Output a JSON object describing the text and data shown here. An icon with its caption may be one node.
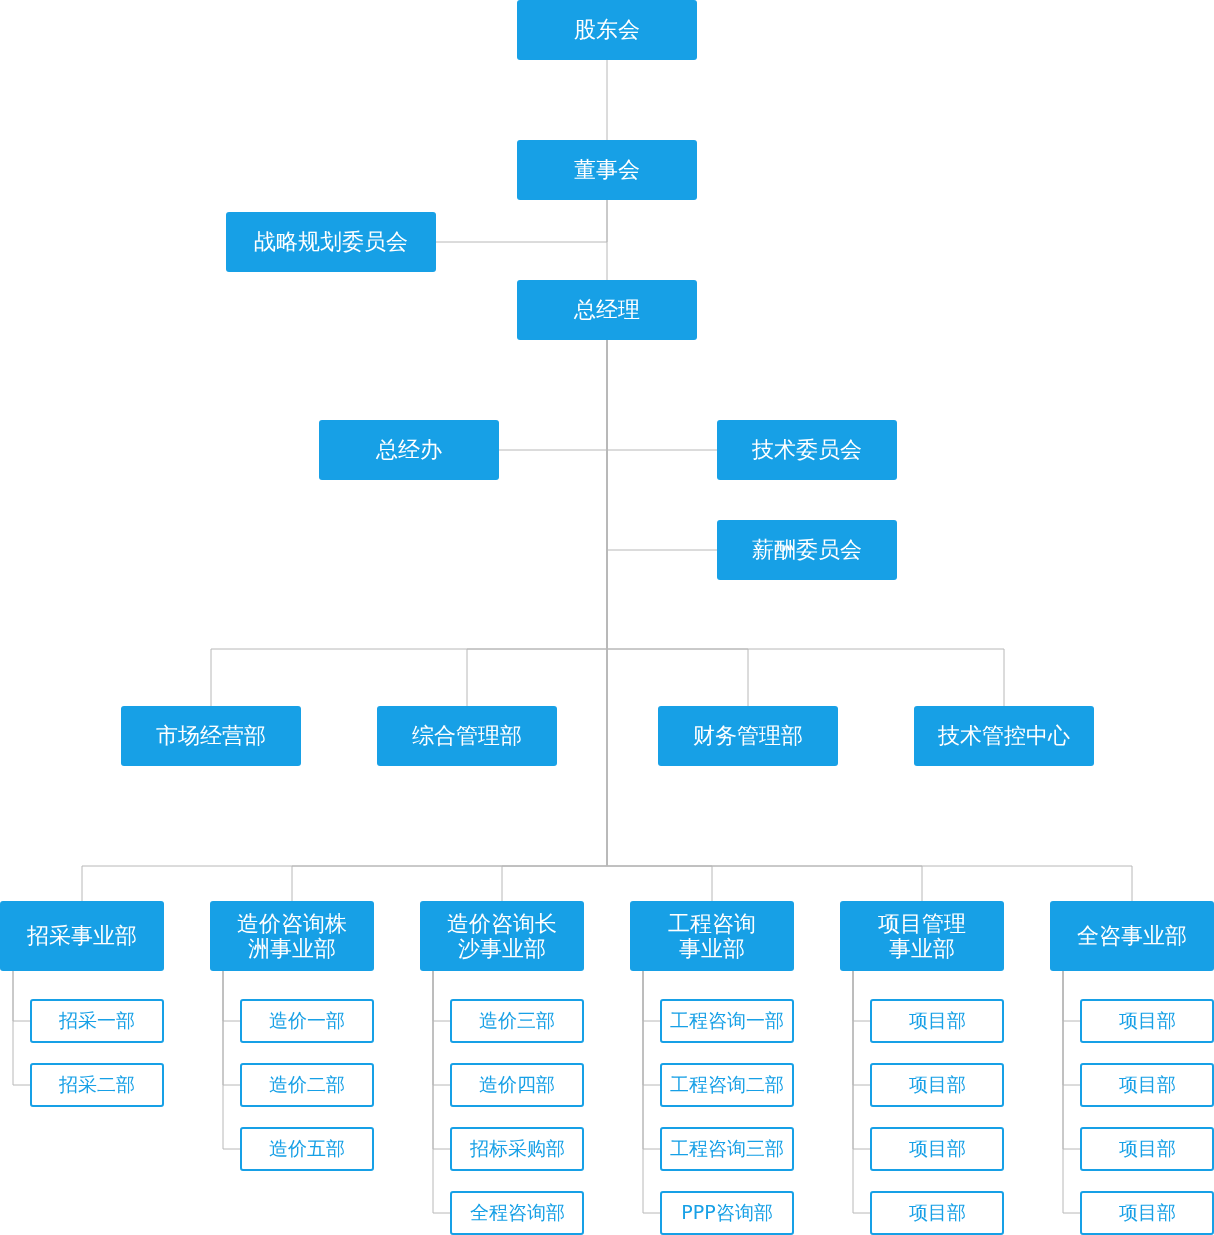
{
  "diagram": {
    "nodes": [
      {
        "text": [
          "股东会"
        ]
      },
      {
        "text": [
          "董事会"
        ]
      },
      {
        "text": [
          "战略规划委员会"
        ]
      },
      {
        "text": [
          "总经理"
        ]
      },
      {
        "text": [
          "总经办"
        ]
      },
      {
        "text": [
          "技术委员会"
        ]
      },
      {
        "text": [
          "薪酬委员会"
        ]
      },
      {
        "text": [
          "市场经营部"
        ]
      },
      {
        "text": [
          "综合管理部"
        ]
      },
      {
        "text": [
          "财务管理部"
        ]
      },
      {
        "text": [
          "技术管控中心"
        ]
      },
      {
        "text": [
          "招采事业部"
        ]
      },
      {
        "text": [
          "招采一部"
        ]
      },
      {
        "text": [
          "招采二部"
        ]
      },
      {
        "text": [
          "造价咨询株洲事业部"
        ]
      },
      {
        "text": [
          "造价一部"
        ]
      },
      {
        "text": [
          "造价二部"
        ]
      },
      {
        "text": [
          "造价五部"
        ]
      },
      {
        "text": [
          "造价咨询长沙事业部"
        ]
      },
      {
        "text": [
          "造价三部"
        ]
      },
      {
        "text": [
          "造价四部"
        ]
      },
      {
        "text": [
          "招标采购部"
        ]
      },
      {
        "text": [
          "全程咨询部"
        ]
      },
      {
        "text": [
          "工程咨询事业部"
        ]
      },
      {
        "text": [
          "工程咨询一部"
        ]
      },
      {
        "text": [
          "工程咨询二部"
        ]
      },
      {
        "text": [
          "工程咨询三部"
        ]
      },
      {
        "text": [
          "PPP咨询部"
        ]
      },
      {
        "text": [
          "项目管理事业部"
        ]
      },
      {
        "text": [
          "项目部"
        ]
      },
      {
        "text": [
          "项目部"
        ]
      },
      {
        "text": [
          "项目部"
        ]
      },
      {
        "text": [
          "项目部"
        ]
      },
      {
        "text": [
          "全咨事业部"
        ]
      },
      {
        "text": [
          "项目部"
        ]
      },
      {
        "text": [
          "项目部"
        ]
      },
      {
        "text": [
          "项目部"
        ]
      },
      {
        "text": [
          "项目部"
        ]
      }
    ],
    "edges": [
      {
        "from": 0,
        "to": 1,
        "arrow": "none"
      },
      {
        "from": 1,
        "to": 2,
        "arrow": "none"
      },
      {
        "from": 1,
        "to": 3,
        "arrow": "none"
      },
      {
        "from": 3,
        "to": 4,
        "arrow": "none"
      },
      {
        "from": 3,
        "to": 5,
        "arrow": "none"
      },
      {
        "from": 3,
        "to": 6,
        "arrow": "none"
      },
      {
        "from": 3,
        "to": 7,
        "arrow": "none"
      },
      {
        "from": 3,
        "to": 8,
        "arrow": "none"
      },
      {
        "from": 3,
        "to": 9,
        "arrow": "none"
      },
      {
        "from": 3,
        "to": 10,
        "arrow": "none"
      },
      {
        "from": 3,
        "to": 11,
        "arrow": "none"
      },
      {
        "from": 3,
        "to": 14,
        "arrow": "none"
      },
      {
        "from": 3,
        "to": 18,
        "arrow": "none"
      },
      {
        "from": 3,
        "to": 23,
        "arrow": "none"
      },
      {
        "from": 3,
        "to": 28,
        "arrow": "none"
      },
      {
        "from": 3,
        "to": 33,
        "arrow": "none"
      },
      {
        "from": 11,
        "to": 12,
        "arrow": "none"
      },
      {
        "from": 11,
        "to": 13,
        "arrow": "none"
      },
      {
        "from": 14,
        "to": 15,
        "arrow": "none"
      },
      {
        "from": 14,
        "to": 16,
        "arrow": "none"
      },
      {
        "from": 14,
        "to": 17,
        "arrow": "none"
      },
      {
        "from": 18,
        "to": 19,
        "arrow": "none"
      },
      {
        "from": 18,
        "to": 20,
        "arrow": "none"
      },
      {
        "from": 18,
        "to": 21,
        "arrow": "none"
      },
      {
        "from": 18,
        "to": 22,
        "arrow": "none"
      },
      {
        "from": 23,
        "to": 24,
        "arrow": "none"
      },
      {
        "from": 23,
        "to": 25,
        "arrow": "none"
      },
      {
        "from": 23,
        "to": 26,
        "arrow": "none"
      },
      {
        "from": 23,
        "to": 27,
        "arrow": "none"
      },
      {
        "from": 28,
        "to": 29,
        "arrow": "none"
      },
      {
        "from": 28,
        "to": 30,
        "arrow": "none"
      },
      {
        "from": 28,
        "to": 31,
        "arrow": "none"
      },
      {
        "from": 28,
        "to": 32,
        "arrow": "none"
      },
      {
        "from": 33,
        "to": 34,
        "arrow": "none"
      },
      {
        "from": 33,
        "to": 35,
        "arrow": "none"
      },
      {
        "from": 33,
        "to": 36,
        "arrow": "none"
      },
      {
        "from": 33,
        "to": 37,
        "arrow": "none"
      }
    ]
  }
}
